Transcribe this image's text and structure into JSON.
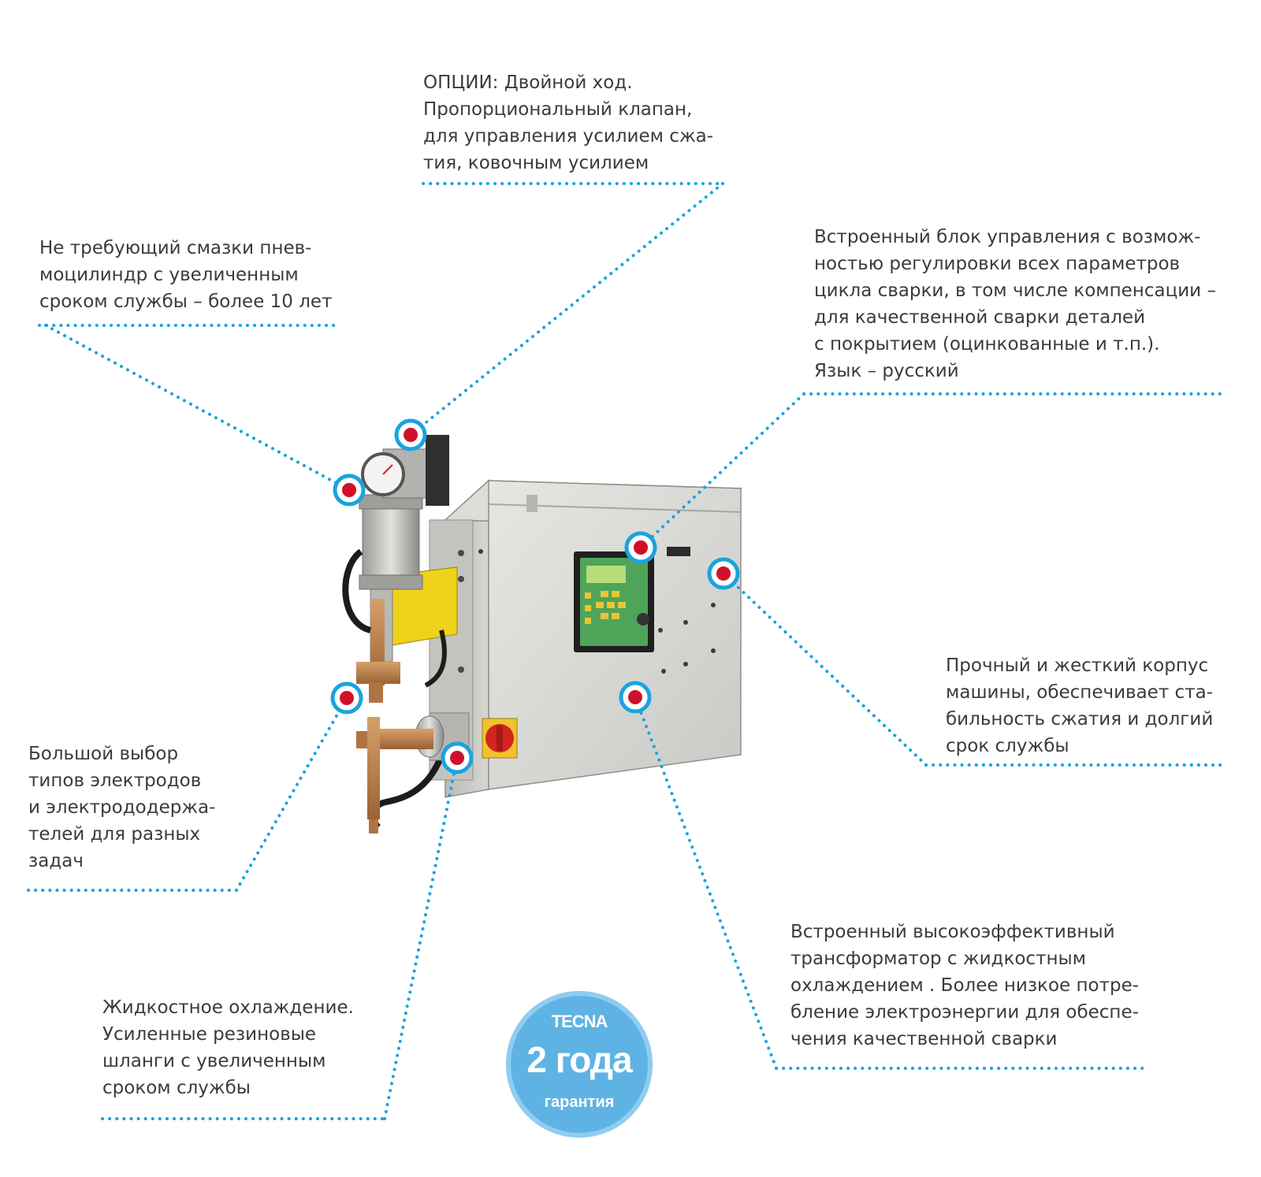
{
  "callouts": {
    "options": "ОПЦИИ: Двойной ход.\nПропорциональный клапан,\nдля управления усилием сжа-\nтия, ковочным усилием",
    "cylinder": "Не требующий смазки пнев-\nмоцилиндр с увеличенным\nсроком службы – более 10 лет",
    "control_unit": "Встроенный блок управления с возмож-\nностью регулировки всех параметров\nцикла сварки, в том числе компенсации –\nдля качественной сварки деталей\nс покрытием (оцинкованные и т.п.).\nЯзык – русский",
    "housing": "Прочный и жесткий корпус\nмашины, обеспечивает ста-\nбильность сжатия и долгий\nсрок службы",
    "electrodes": "Большой выбор\nтипов электродов\nи электрододержа-\nтелей для разных\nзадач",
    "transformer": "Встроенный высокоэффективный\nтрансформатор с жидкостным\nохлаждением . Более низкое потре-\nбление электроэнергии для обеспе-\nчения качественной сварки",
    "cooling": "Жидкостное охлаждение.\nУсиленные резиновые\nшланги с увеличенным\nсроком службы"
  },
  "badge": {
    "brand": "TECNA",
    "years": "2 года",
    "note": "гарантия"
  },
  "colors": {
    "leader_line": "#1aa3de",
    "marker_ring": "#1aa3de",
    "marker_dot": "#d0102a",
    "text": "#3b3b3b",
    "badge": "#5fb3e4"
  }
}
